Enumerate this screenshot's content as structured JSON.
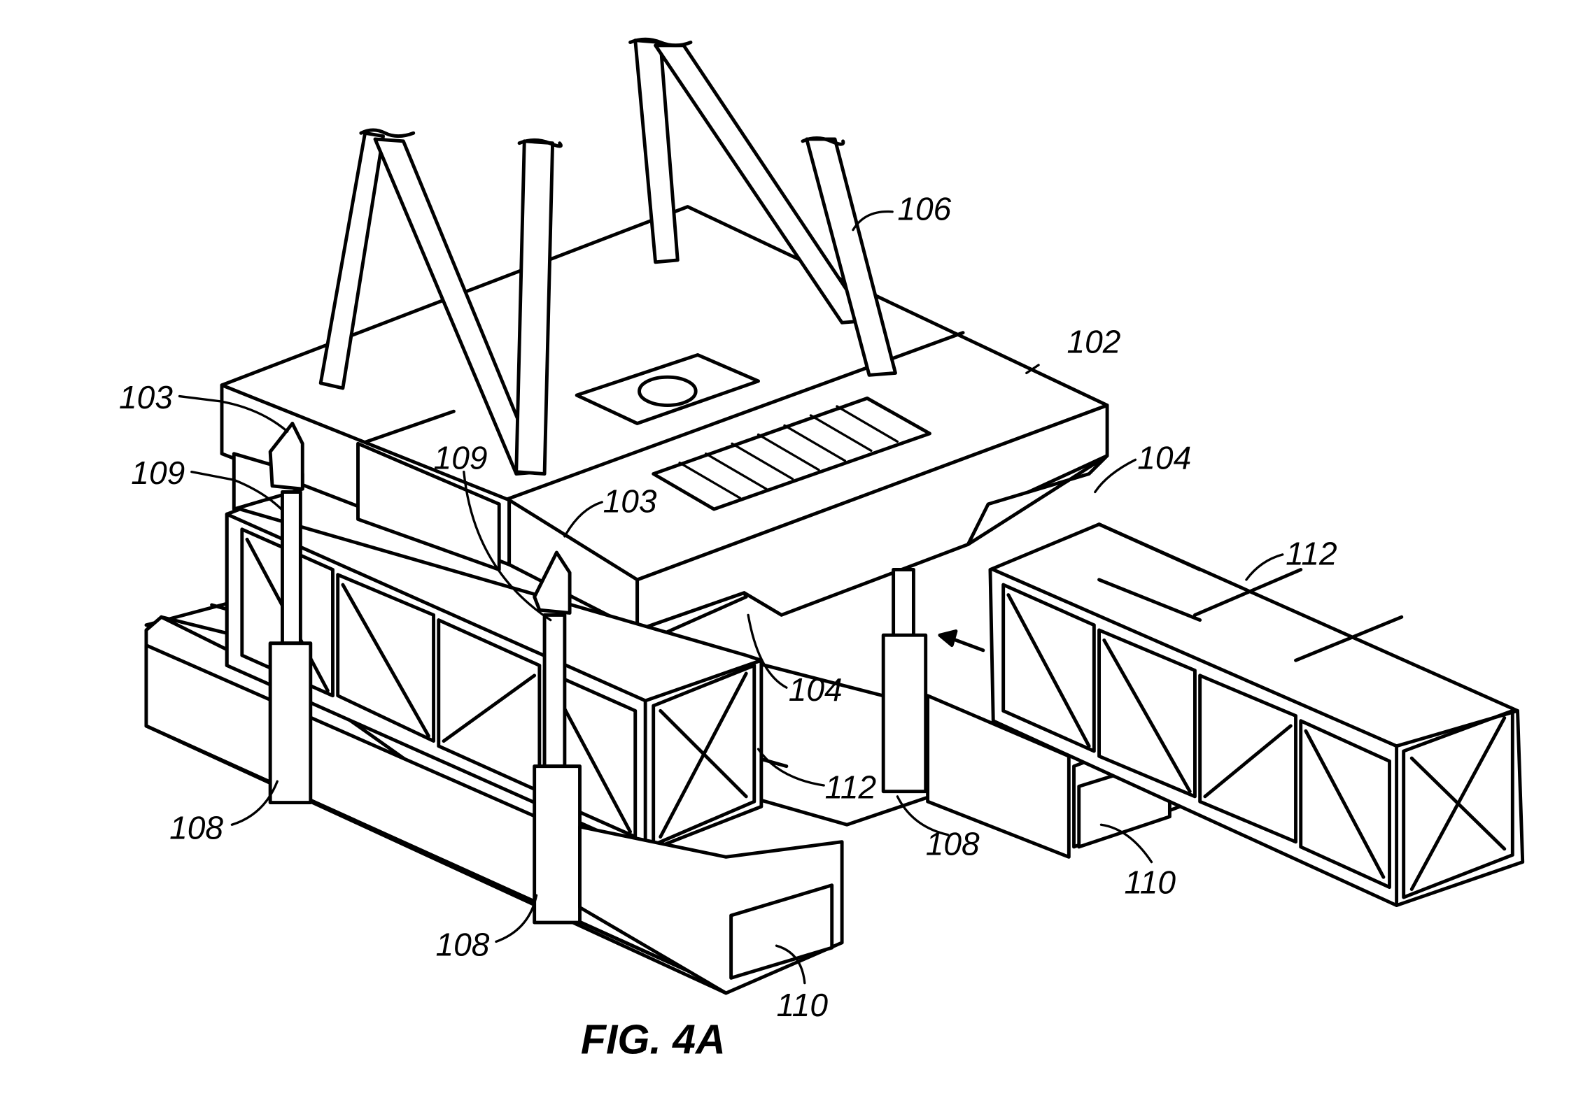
{
  "figure": {
    "caption": "FIG. 4A",
    "labels": {
      "l102": "102",
      "l103a": "103",
      "l103b": "103",
      "l104a": "104",
      "l104b": "104",
      "l106": "106",
      "l108a": "108",
      "l108b": "108",
      "l108c": "108",
      "l109a": "109",
      "l109b": "109",
      "l110a": "110",
      "l110b": "110",
      "l112a": "112",
      "l112b": "112"
    }
  }
}
